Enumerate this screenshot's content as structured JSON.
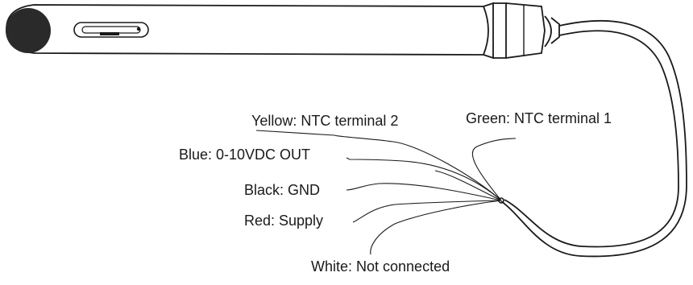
{
  "diagram": {
    "labels": {
      "yellow": "Yellow: NTC terminal 2",
      "green": "Green: NTC terminal 1",
      "blue": "Blue: 0-10VDC OUT",
      "black": "Black: GND",
      "red": "Red: Supply",
      "white": "White: Not connected"
    }
  }
}
